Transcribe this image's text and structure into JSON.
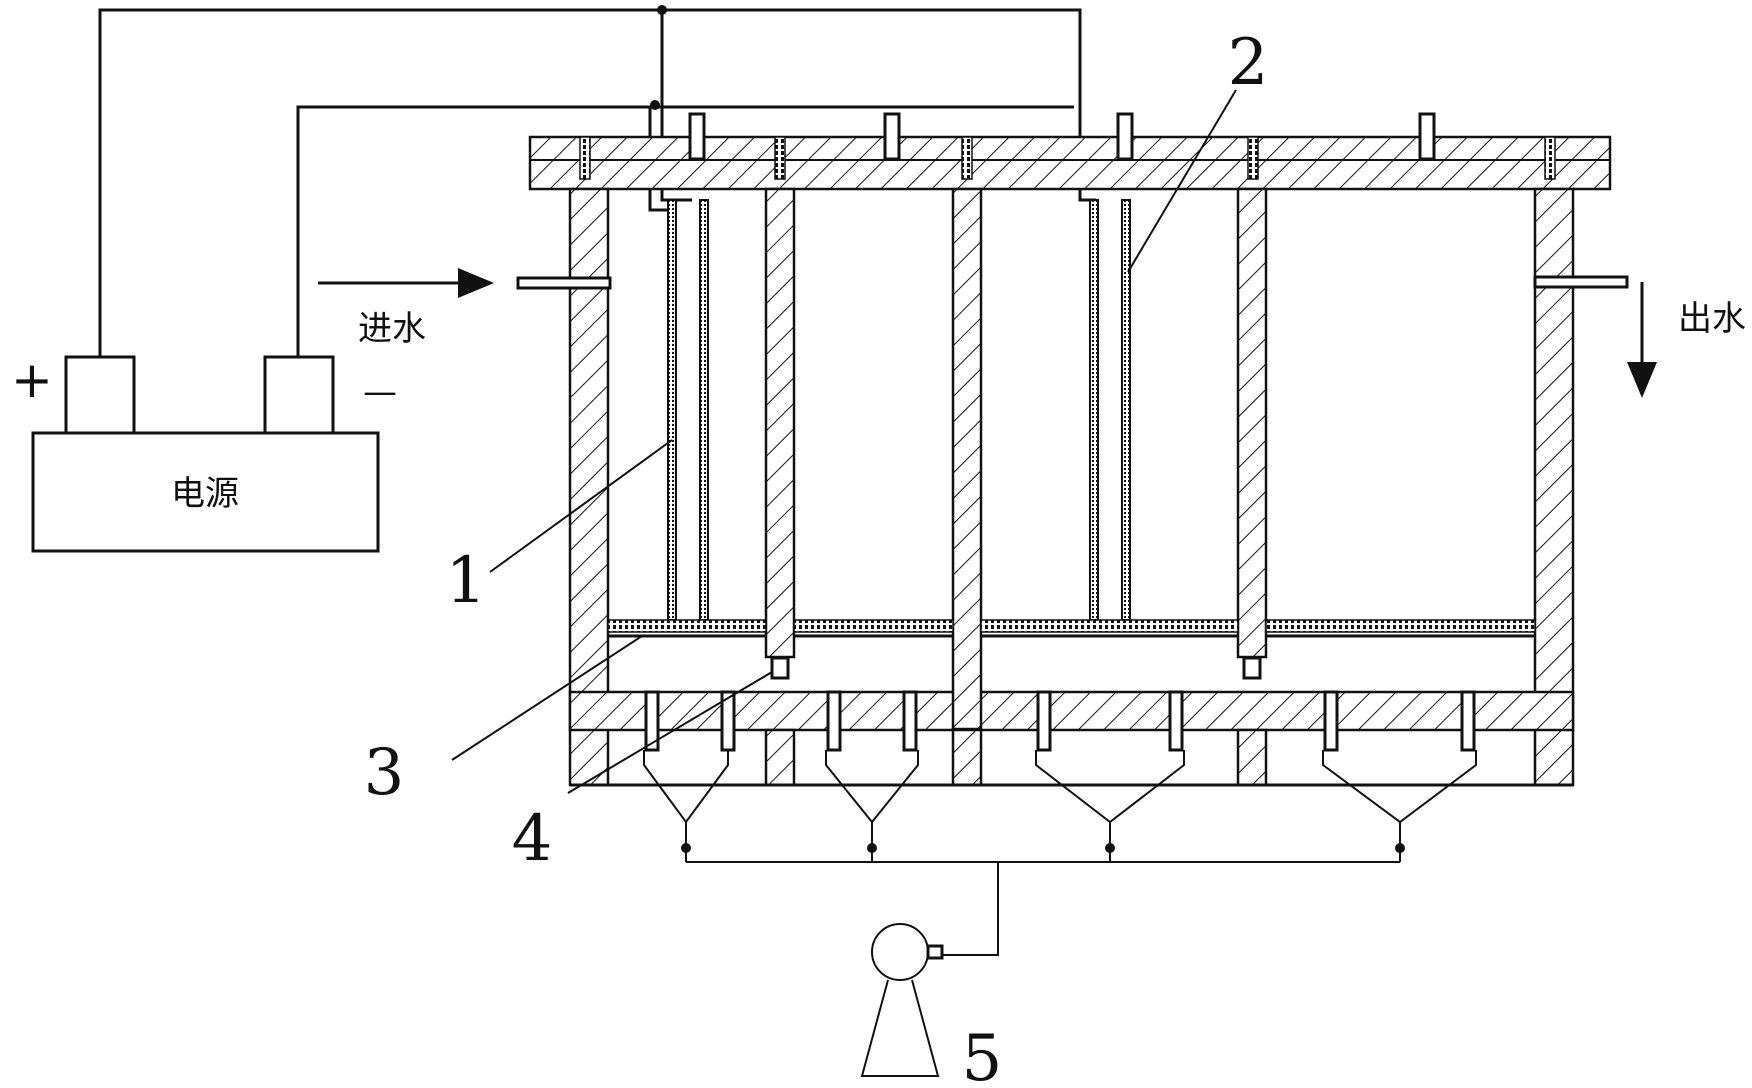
{
  "power": {
    "label": "电源",
    "plus": "+",
    "minus": "—"
  },
  "flows": {
    "inlet": "进水",
    "outlet": "出水"
  },
  "callouts": [
    "1",
    "2",
    "3",
    "4",
    "5"
  ]
}
